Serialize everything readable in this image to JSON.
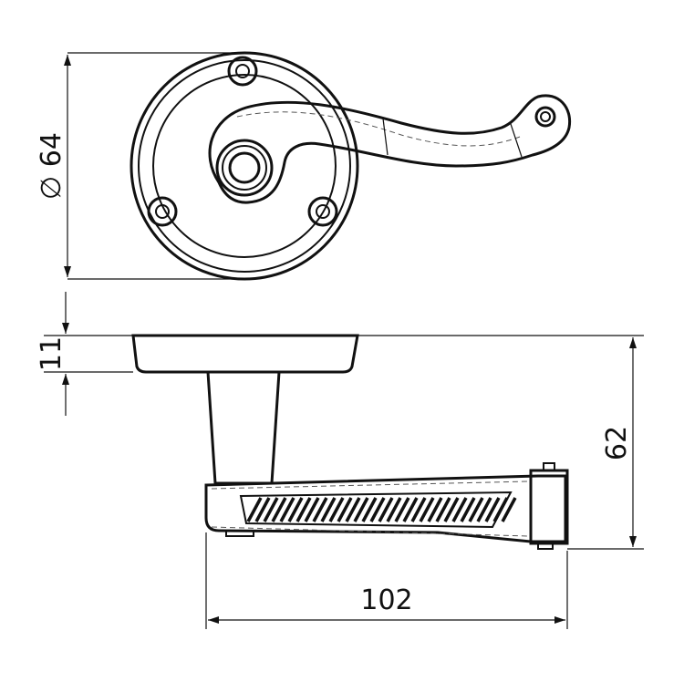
{
  "dimensions": {
    "diameter_symbol": "∅",
    "diameter_value": "64",
    "rose_thickness": "11",
    "lever_height": "62",
    "lever_length": "102"
  }
}
